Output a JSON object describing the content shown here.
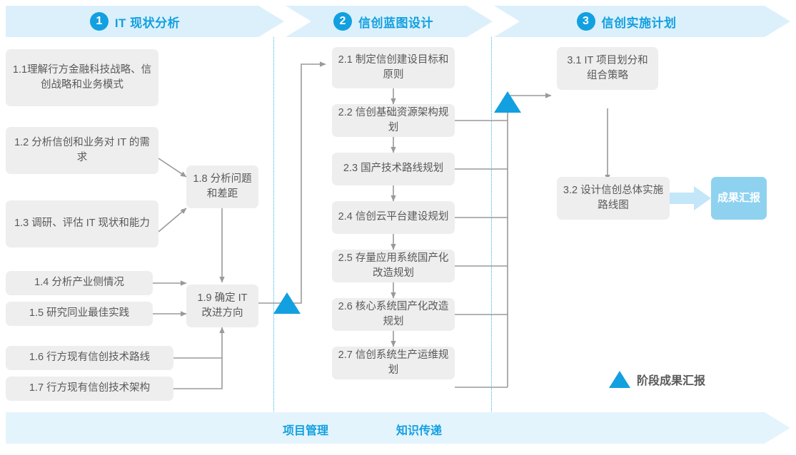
{
  "phases": [
    {
      "num": "1",
      "title": "IT 现状分析"
    },
    {
      "num": "2",
      "title": "信创蓝图设计"
    },
    {
      "num": "3",
      "title": "信创实施计划"
    }
  ],
  "boxes": [
    {
      "id": "b11",
      "label": "1.1理解行方金融科技战略、信创战略和业务模式"
    },
    {
      "id": "b12",
      "label": "1.2 分析信创和业务对 IT 的需求"
    },
    {
      "id": "b13",
      "label": "1.3 调研、评估 IT 现状和能力"
    },
    {
      "id": "b14",
      "label": "1.4 分析产业侧情况"
    },
    {
      "id": "b15",
      "label": "1.5 研究同业最佳实践"
    },
    {
      "id": "b16",
      "label": "1.6 行方现有信创技术路线"
    },
    {
      "id": "b17",
      "label": "1.7 行方现有信创技术架构"
    },
    {
      "id": "b18",
      "label": "1.8 分析问题和差距"
    },
    {
      "id": "b19",
      "label": "1.9 确定 IT 改进方向"
    },
    {
      "id": "b21",
      "label": "2.1 制定信创建设目标和原则"
    },
    {
      "id": "b22",
      "label": "2.2 信创基础资源架构规划"
    },
    {
      "id": "b23",
      "label": "2.3 国产技术路线规划"
    },
    {
      "id": "b24",
      "label": "2.4 信创云平台建设规划"
    },
    {
      "id": "b25",
      "label": "2.5 存量应用系统国产化改造规划"
    },
    {
      "id": "b26",
      "label": "2.6 核心系统国产化改造规划"
    },
    {
      "id": "b27",
      "label": "2.7 信创系统生产运维规划"
    },
    {
      "id": "b31",
      "label": "3.1 IT 项目划分和组合策略"
    },
    {
      "id": "b32",
      "label": "3.2 设计信创总体实施路线图"
    }
  ],
  "result_badge": {
    "label": "成果汇报"
  },
  "legend": {
    "label": "阶段成果汇报"
  },
  "bottom": {
    "items": [
      "项目管理",
      "知识传递"
    ]
  },
  "colors": {
    "accent": "#12a0e0",
    "band": "#dcf0fb",
    "bottom_band": "#e4f4fc",
    "box_fill": "#eeeeee",
    "text": "#595959",
    "badge": "#8ed2f0",
    "wire": "#9a9a9a",
    "divider": "#2fb6e8"
  }
}
